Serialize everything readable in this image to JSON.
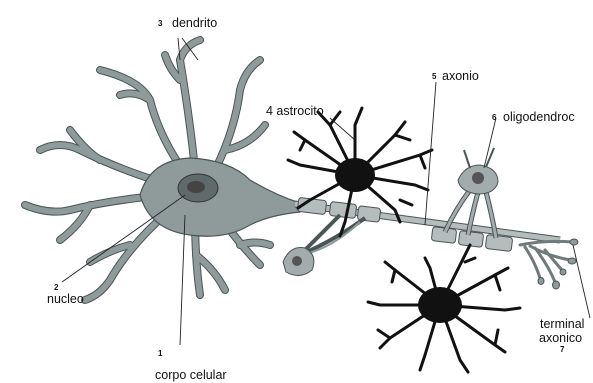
{
  "labels": {
    "dendrito": {
      "number": "3",
      "text": "dendrito"
    },
    "axonio": {
      "number": "5",
      "text": "axonio"
    },
    "astrocito": {
      "text": "4 astrocito"
    },
    "oligodendroc": {
      "number": "6",
      "text": "oligodendroc"
    },
    "nucleo": {
      "number": "2",
      "text": "nucleo"
    },
    "corpo_celular": {
      "number": "1",
      "text": "corpo celular"
    },
    "terminal_axonico": {
      "line1": "terminal",
      "line2": "axonico",
      "number": "7"
    }
  },
  "colors": {
    "neuron": "#8f9b9b",
    "neuron_outline": "#4a5555",
    "astrocyte": "#111111",
    "myelin": "#b4bcbc",
    "nucleus": "#5f6a6a"
  }
}
